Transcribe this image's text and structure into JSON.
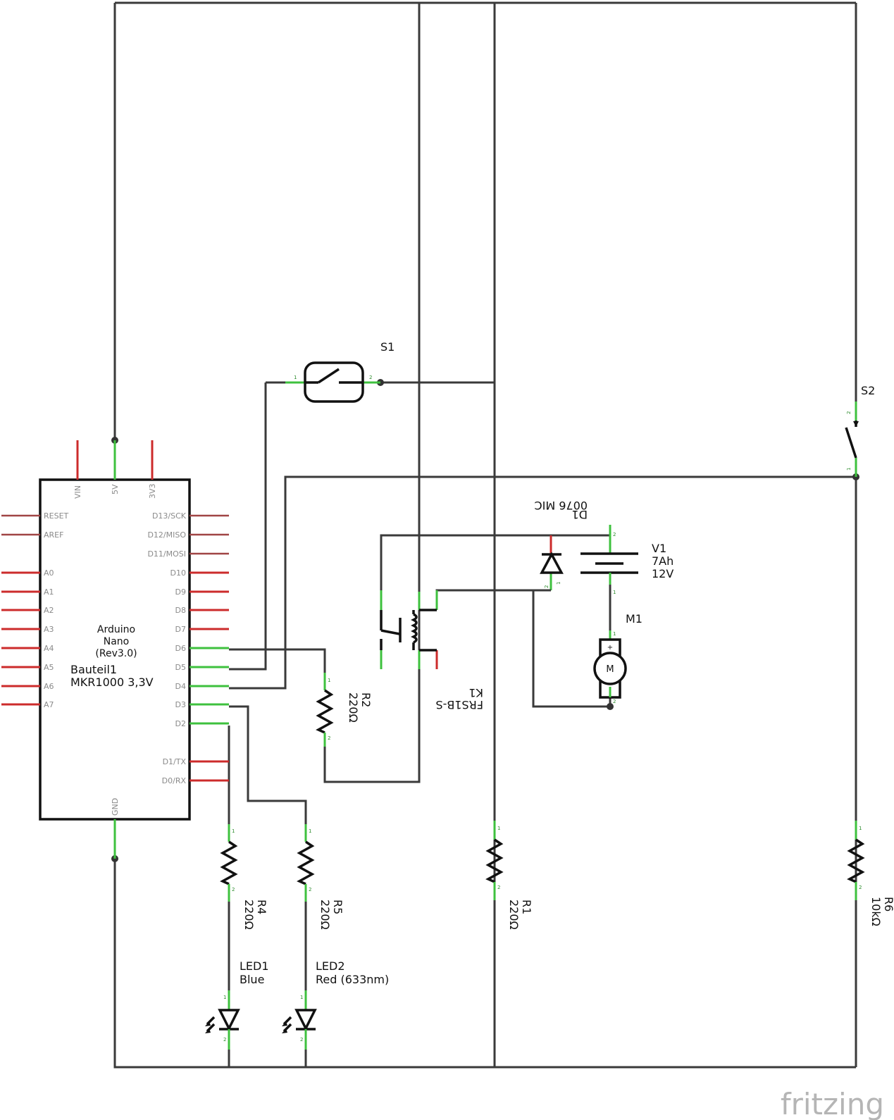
{
  "components": {
    "arduino": {
      "line1": "Arduino",
      "line2": "Nano",
      "line3": "(Rev3.0)",
      "ref": "Bauteil1",
      "part": "MKR1000 3,3V"
    },
    "pins_top": [
      "VIN",
      "5V",
      "3V3"
    ],
    "pins_left": [
      "RESET",
      "AREF",
      "A0",
      "A1",
      "A2",
      "A3",
      "A4",
      "A5",
      "A6",
      "A7"
    ],
    "pins_right": [
      "D13/SCK",
      "D12/MISO",
      "D11/MOSI",
      "D10",
      "D9",
      "D8",
      "D7",
      "D6",
      "D5",
      "D4",
      "D3",
      "D2",
      "D1/TX",
      "D0/RX"
    ],
    "pin_bottom": "GND",
    "s1": {
      "ref": "S1"
    },
    "s2": {
      "ref": "S2"
    },
    "d1": {
      "ref": "D1",
      "part": "0076 MIC"
    },
    "v1": {
      "ref": "V1",
      "capacity": "7Ah",
      "voltage": "12V"
    },
    "m1": {
      "ref": "M1",
      "symbol": "M"
    },
    "k1": {
      "ref": "K1",
      "part": "FRS1B-S"
    },
    "r1": {
      "ref": "R1",
      "value": "220Ω"
    },
    "r2": {
      "ref": "R2",
      "value": "220Ω"
    },
    "r4": {
      "ref": "R4",
      "value": "220Ω"
    },
    "r5": {
      "ref": "R5",
      "value": "220Ω"
    },
    "r6": {
      "ref": "R6",
      "value": "10kΩ"
    },
    "led1": {
      "ref": "LED1",
      "color": "Blue"
    },
    "led2": {
      "ref": "LED2",
      "color": "Red (633nm)"
    }
  },
  "pin_numbers": {
    "one": "1",
    "two": "2"
  },
  "battery_signs": {
    "plus": "+",
    "minus": "-"
  },
  "branding": {
    "logo": "fritzing"
  }
}
